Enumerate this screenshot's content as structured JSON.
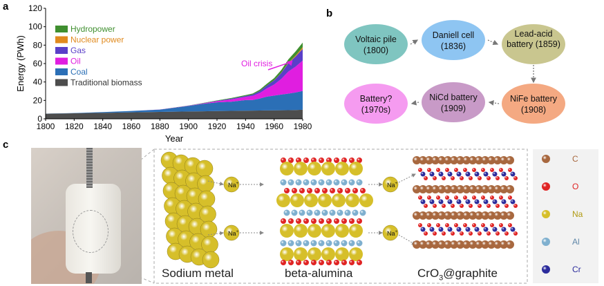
{
  "panels": {
    "a": "a",
    "b": "b",
    "c": "c"
  },
  "chart_data": {
    "type": "area",
    "x": [
      1800,
      1820,
      1840,
      1860,
      1880,
      1900,
      1910,
      1920,
      1930,
      1940,
      1945,
      1950,
      1955,
      1960,
      1965,
      1970,
      1975,
      1980
    ],
    "series": [
      {
        "name": "Traditional biomass",
        "color": "#4d4d4d",
        "values": [
          5.5,
          6.0,
          6.5,
          7.0,
          7.5,
          8.0,
          8.2,
          8.4,
          8.6,
          8.8,
          8.9,
          9.0,
          9.1,
          9.2,
          9.3,
          9.4,
          9.6,
          9.8
        ]
      },
      {
        "name": "Coal",
        "color": "#2b6fb6",
        "values": [
          0.1,
          0.3,
          0.8,
          1.5,
          2.5,
          6.0,
          8.0,
          9.5,
          10.0,
          11.5,
          11.5,
          13.0,
          15.0,
          16.0,
          17.0,
          18.0,
          19.0,
          20.5
        ]
      },
      {
        "name": "Oil",
        "color": "#e01ee0",
        "values": [
          0,
          0,
          0,
          0,
          0.1,
          0.2,
          0.5,
          1.2,
          2.5,
          3.5,
          4.5,
          6.0,
          9.0,
          12.0,
          17.0,
          24.0,
          28.0,
          33.0
        ]
      },
      {
        "name": "Gas",
        "color": "#5a3fc8",
        "values": [
          0,
          0,
          0,
          0,
          0,
          0.1,
          0.2,
          0.4,
          0.8,
          1.0,
          1.5,
          2.2,
          3.2,
          4.5,
          6.5,
          9.0,
          11.0,
          12.5
        ]
      },
      {
        "name": "Nuclear power",
        "color": "#e08a1e",
        "values": [
          0,
          0,
          0,
          0,
          0,
          0,
          0,
          0,
          0,
          0,
          0,
          0,
          0,
          0.1,
          0.2,
          0.4,
          1.0,
          2.0
        ]
      },
      {
        "name": "Hydropower",
        "color": "#3f8f2f",
        "values": [
          0,
          0,
          0,
          0,
          0,
          0.1,
          0.3,
          0.5,
          0.7,
          1.0,
          1.1,
          1.5,
          1.9,
          2.4,
          3.0,
          3.8,
          4.5,
          5.0
        ]
      }
    ],
    "legend_order": [
      "Hydropower",
      "Nuclear power",
      "Gas",
      "Oil",
      "Coal",
      "Traditional biomass"
    ],
    "xlabel": "Year",
    "ylabel": "Energy  (PWh)",
    "xlim": [
      1800,
      1980
    ],
    "ylim": [
      0,
      120
    ],
    "xticks": [
      1800,
      1820,
      1840,
      1860,
      1880,
      1900,
      1920,
      1940,
      1960,
      1980
    ],
    "yticks": [
      0,
      20,
      40,
      60,
      80,
      100,
      120
    ],
    "annotation": {
      "text": "Oil crisis",
      "x": 1973,
      "y": 65,
      "color": "#e01ee0"
    },
    "grid": false,
    "legend_placement": "top-left"
  },
  "timeline": {
    "nodes": [
      {
        "name": "Voltaic pile",
        "year": "(1800)",
        "color": "#7fc5c0"
      },
      {
        "name": "Daniell cell",
        "year": "(1836)",
        "color": "#8ec5f2"
      },
      {
        "name": "Lead-acid",
        "name2": "battery",
        "year": "(1859)",
        "color": "#c9c68f"
      },
      {
        "name": "NiFe battery",
        "year": "(1908)",
        "color": "#f4a982"
      },
      {
        "name": "NiCd battery",
        "year": "(1909)",
        "color": "#c89ac7"
      },
      {
        "name": "Battery?",
        "year": "(1970s)",
        "color": "#f59bf0"
      }
    ]
  },
  "panel_c": {
    "labels": {
      "sodium": "Sodium metal",
      "alumina": "beta-alumina",
      "graphite_pre": "CrO",
      "graphite_sub": "3",
      "graphite_post": "@graphite"
    },
    "ion": {
      "base": "Na",
      "sup": "+"
    },
    "legend": [
      {
        "symbol": "C",
        "color": "#a8683f"
      },
      {
        "symbol": "O",
        "color": "#e02424"
      },
      {
        "symbol": "Na",
        "color": "#d6bf2a"
      },
      {
        "symbol": "Al",
        "color": "#7fb0cf"
      },
      {
        "symbol": "Cr",
        "color": "#2c2c9c"
      }
    ]
  }
}
